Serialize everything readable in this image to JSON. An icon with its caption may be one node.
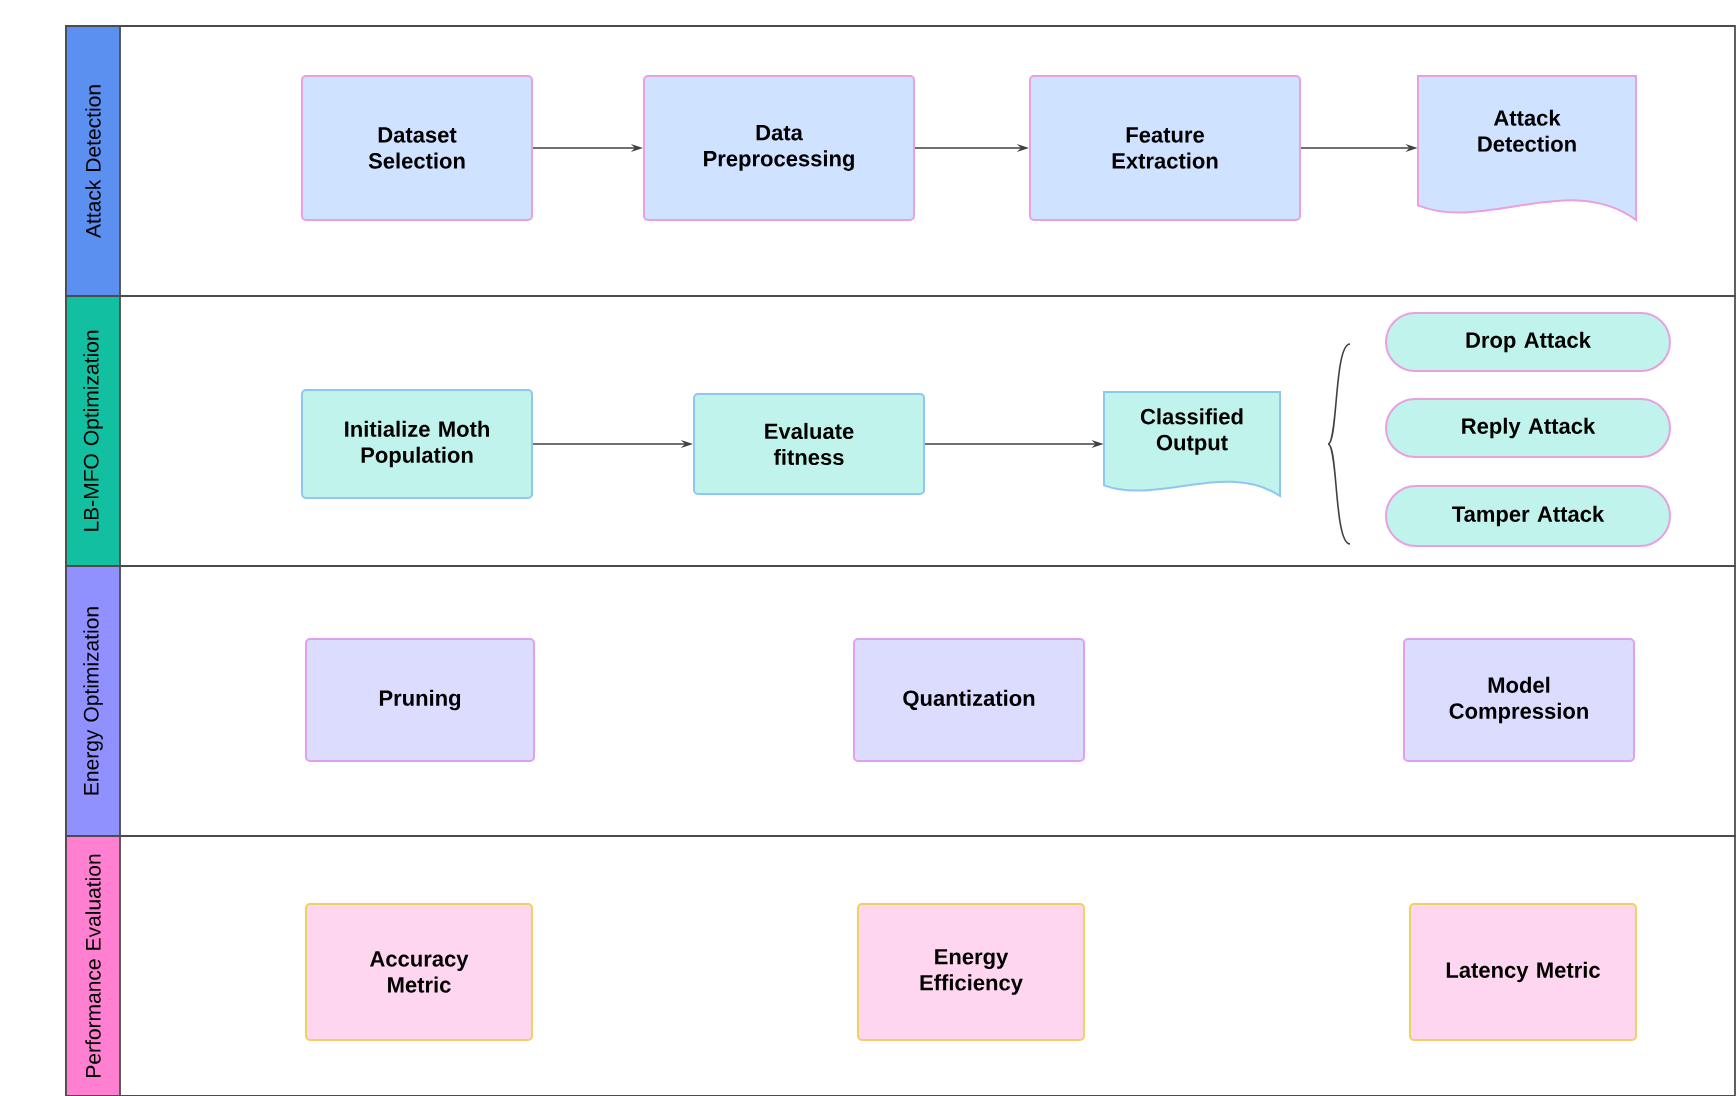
{
  "diagram": {
    "nodes": [
      {
        "text": [
          "Attack Detection"
        ]
      },
      {
        "text": [
          "Dataset Selection"
        ],
        "in": 0
      },
      {
        "text": [
          "Data Preprocessing"
        ],
        "in": 0
      },
      {
        "text": [
          "Feature Extraction"
        ],
        "in": 0
      },
      {
        "text": [
          "Attack Detection"
        ],
        "in": 0
      },
      {
        "text": [
          "LB-MFO Optimization"
        ]
      },
      {
        "text": [
          "Initialize Moth Population"
        ],
        "in": 5
      },
      {
        "text": [
          "Evaluate fitness"
        ],
        "in": 5
      },
      {
        "text": [
          "Classified Output"
        ],
        "in": 5
      },
      {
        "text": [
          "Drop Attack"
        ],
        "in": 5
      },
      {
        "text": [
          "Reply Attack"
        ],
        "in": 5
      },
      {
        "text": [
          "Tamper Attack"
        ],
        "in": 5
      },
      {
        "text": [
          "Energy Optimization"
        ]
      },
      {
        "text": [
          "Pruning"
        ],
        "in": 12
      },
      {
        "text": [
          "Quantization"
        ],
        "in": 12
      },
      {
        "text": [
          "Model Compression"
        ],
        "in": 12
      },
      {
        "text": [
          "Performance Evaluation"
        ]
      },
      {
        "text": [
          "Accuracy Metric"
        ],
        "in": 16
      },
      {
        "text": [
          "Energy Efficiency"
        ],
        "in": 16
      },
      {
        "text": [
          "Latency Metric"
        ],
        "in": 16
      }
    ],
    "edges": [
      {
        "from": 1,
        "to": 2,
        "arrow": "to"
      },
      {
        "from": 2,
        "to": 3,
        "arrow": "to"
      },
      {
        "from": 3,
        "to": 4,
        "arrow": "to"
      },
      {
        "from": 6,
        "to": 7,
        "arrow": "to"
      },
      {
        "from": 7,
        "to": 8,
        "arrow": "to"
      }
    ]
  }
}
